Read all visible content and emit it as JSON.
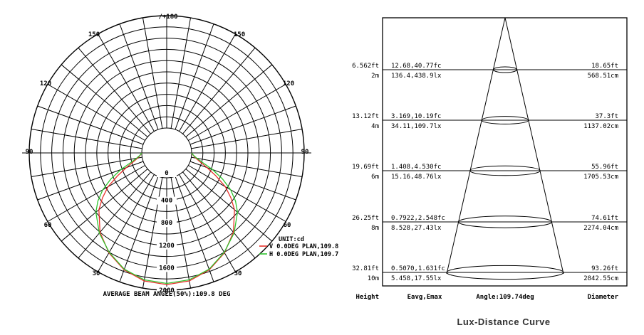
{
  "colors": {
    "ink": "#000000",
    "v_series": "#e8302a",
    "h_series": "#2fc52f"
  },
  "chart_data": [
    {
      "type": "polar-line",
      "unit": "UNIT:cd",
      "radial_ticks": [
        "0",
        "400",
        "800",
        "1200",
        "1600",
        "2000"
      ],
      "angle_labels": {
        "top": "/+180",
        "upper_left": "150",
        "upper_right": "150",
        "mid_upper_left": "120",
        "mid_upper_right": "120",
        "left": "90",
        "right": "90",
        "lower_left_60": "60",
        "lower_right_60": "60",
        "lower_left_30": "30",
        "lower_right_30": "30",
        "bottom": "0"
      },
      "rlim": [
        0,
        2000
      ],
      "series": [
        {
          "name": "V 0.0DEG PLAN,109.8",
          "color": "#e8302a",
          "angles": [
            0,
            10,
            20,
            30,
            40,
            50,
            55,
            60,
            65,
            70,
            75,
            80,
            85,
            90
          ],
          "values": [
            1900,
            1870,
            1770,
            1610,
            1400,
            1130,
            950,
            760,
            520,
            320,
            170,
            80,
            30,
            0
          ]
        },
        {
          "name": "H 0.0DEG PLAN,109.7",
          "color": "#2fc52f",
          "angles": [
            0,
            10,
            20,
            30,
            40,
            50,
            55,
            60,
            65,
            70,
            75,
            80,
            85,
            90
          ],
          "values": [
            1880,
            1850,
            1760,
            1600,
            1420,
            1200,
            1050,
            870,
            650,
            420,
            220,
            100,
            35,
            0
          ]
        }
      ],
      "footer": "AVERAGE BEAM ANGLE(50%):109.8 DEG"
    },
    {
      "type": "table",
      "title": "Lux-Distance Curve",
      "columns": [
        "Height",
        "Eavg,Emax",
        "Angle:109.74deg",
        "Diameter"
      ],
      "rows": [
        {
          "height_ft": "6.562ft",
          "height_m": "2m",
          "fc": "12.68,40.77fc",
          "lx": "136.4,438.9lx",
          "diam_ft": "18.65ft",
          "diam_cm": "568.51cm",
          "diameter_m": 5.6851
        },
        {
          "height_ft": "13.12ft",
          "height_m": "4m",
          "fc": "3.169,10.19fc",
          "lx": "34.11,109.7lx",
          "diam_ft": "37.3ft",
          "diam_cm": "1137.02cm",
          "diameter_m": 11.3702
        },
        {
          "height_ft": "19.69ft",
          "height_m": "6m",
          "fc": "1.408,4.530fc",
          "lx": "15.16,48.76lx",
          "diam_ft": "55.96ft",
          "diam_cm": "1705.53cm",
          "diameter_m": 17.0553
        },
        {
          "height_ft": "26.25ft",
          "height_m": "8m",
          "fc": "0.7922,2.548fc",
          "lx": "8.528,27.43lx",
          "diam_ft": "74.61ft",
          "diam_cm": "2274.04cm",
          "diameter_m": 22.7404
        },
        {
          "height_ft": "32.81ft",
          "height_m": "10m",
          "fc": "0.5070,1.631fc",
          "lx": "5.458,17.55lx",
          "diam_ft": "93.26ft",
          "diam_cm": "2842.55cm",
          "diameter_m": 28.4255
        }
      ]
    }
  ]
}
